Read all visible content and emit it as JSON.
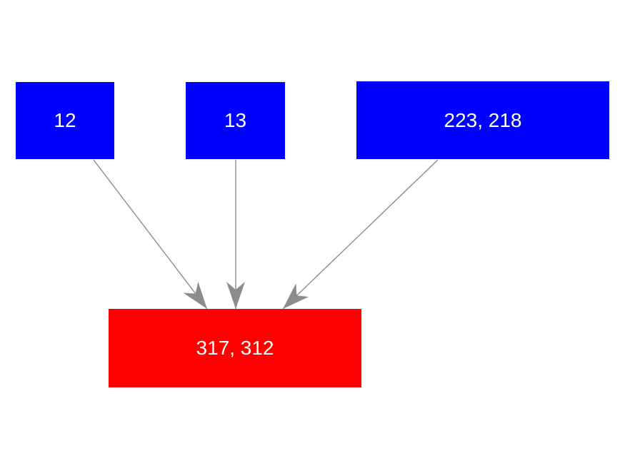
{
  "canvas": {
    "background_color": "#ffffff"
  },
  "diagram": {
    "nodes": [
      {
        "id": "12",
        "label": "12",
        "fill_color": "#0000ff",
        "text_color": "#ffffff",
        "type": "source"
      },
      {
        "id": "13",
        "label": "13",
        "fill_color": "#0000ff",
        "text_color": "#ffffff",
        "type": "source"
      },
      {
        "id": "223-218",
        "label": "223, 218",
        "fill_color": "#0000ff",
        "text_color": "#ffffff",
        "type": "source"
      },
      {
        "id": "317-312",
        "label": "317, 312",
        "fill_color": "#ff0000",
        "text_color": "#ffffff",
        "type": "target"
      }
    ],
    "edges": [
      {
        "from": "12",
        "to": "317-312"
      },
      {
        "from": "13",
        "to": "317-312"
      },
      {
        "from": "223-218",
        "to": "317-312"
      }
    ],
    "edge_color": "#8c8c8c"
  }
}
